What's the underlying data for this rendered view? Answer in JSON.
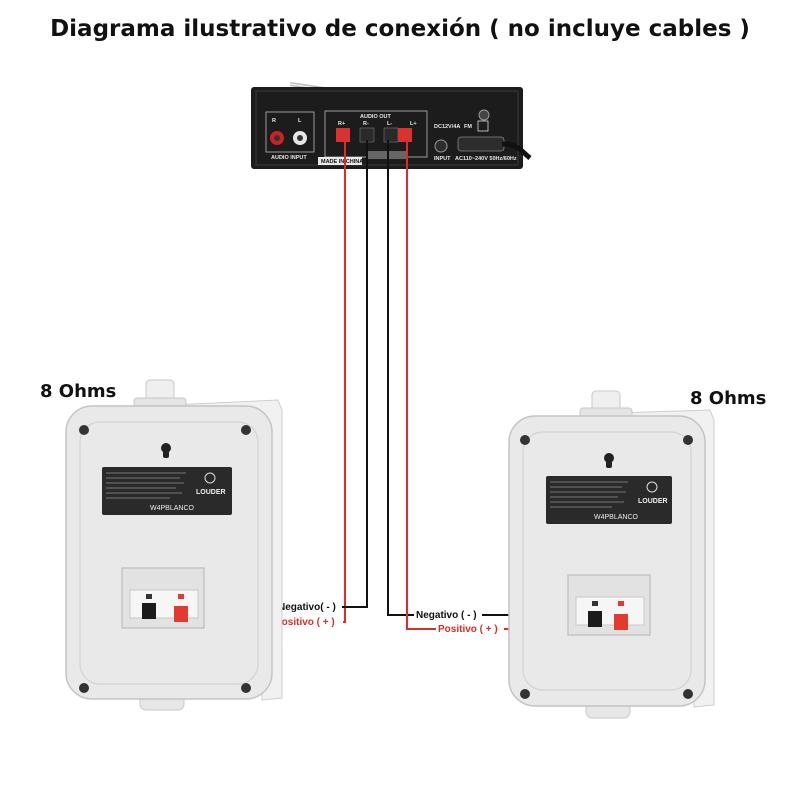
{
  "title": "Diagrama ilustrativo de conexión ( no incluye cables )",
  "speakers": {
    "left": {
      "impedance": "8 Ohms",
      "model": "W4PBLANCO",
      "brand": "LOUDER"
    },
    "right": {
      "impedance": "8 Ohms",
      "model": "W4PBLANCO",
      "brand": "LOUDER"
    }
  },
  "amplifier": {
    "audio_input": "AUDIO INPUT",
    "audio_out": "AUDIO OUT",
    "made_in": "MADE IN CHINA",
    "power_input": "INPUT",
    "dc": "DC12V/4A",
    "ac": "AC110~240V 50Hz/60Hz",
    "fm": "FM",
    "jack_r": "R",
    "jack_l": "L",
    "term_r_pos": "R+",
    "term_r_neg": "R-",
    "term_l_neg": "L-",
    "term_l_pos": "L+"
  },
  "labels": {
    "left_negative": "Negativo( - )",
    "left_positive": "Positivo ( + )",
    "right_negative": "Negativo ( - )",
    "right_positive": "Positivo ( + )"
  },
  "colors": {
    "positive_wire": "#e02b2b",
    "negative_wire": "#111111",
    "speaker_body": "#e9e9e9",
    "amplifier_body": "#1c1c1c"
  }
}
